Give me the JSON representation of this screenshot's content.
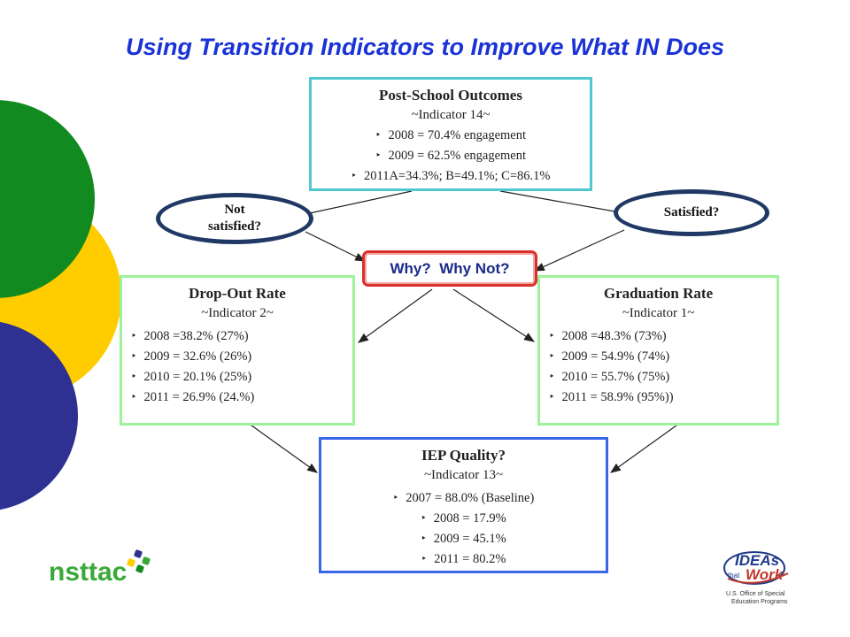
{
  "title": "Using Transition Indicators to Improve What IN Does",
  "colors": {
    "title": "#1a33d6",
    "cyan_border": "#4fc8d0",
    "green_border": "#9df29a",
    "blue_border": "#3a66e8",
    "oval_border": "#1f3864",
    "why_border": "#d9302c"
  },
  "top_box": {
    "heading": "Post-School Outcomes",
    "subheading": "~Indicator 14~",
    "items": [
      "2008 = 70.4% engagement",
      "2009 = 62.5% engagement",
      "2011A=34.3%; B=49.1%; C=86.1%"
    ]
  },
  "left_box": {
    "heading": "Drop-Out Rate",
    "subheading": "~Indicator 2~",
    "items": [
      "2008 =38.2% (27%)",
      "2009 = 32.6% (26%)",
      "2010 = 20.1% (25%)",
      "2011 = 26.9% (24.%)"
    ]
  },
  "right_box": {
    "heading": "Graduation Rate",
    "subheading": "~Indicator 1~",
    "items": [
      "2008 =48.3% (73%)",
      "2009 = 54.9% (74%)",
      "2010 = 55.7% (75%)",
      "2011 = 58.9% (95%))"
    ]
  },
  "bottom_box": {
    "heading": "IEP Quality?",
    "subheading": "~Indicator 13~",
    "items": [
      "2007 = 88.0% (Baseline)",
      "2008 = 17.9%",
      "2009 = 45.1%",
      "2011 = 80.2%"
    ]
  },
  "oval_left": {
    "line1": "Not",
    "line2": "satisfied?"
  },
  "oval_right": {
    "label": "Satisfied?"
  },
  "why_label": "Why?  Why Not?",
  "logos": {
    "nsttac": "nsttac",
    "ideas_line1": "IDEAs",
    "ideas_that": "that",
    "ideas_work": "Work",
    "ideas_office1": "U.S. Office of Special",
    "ideas_office2": "Education Programs"
  }
}
